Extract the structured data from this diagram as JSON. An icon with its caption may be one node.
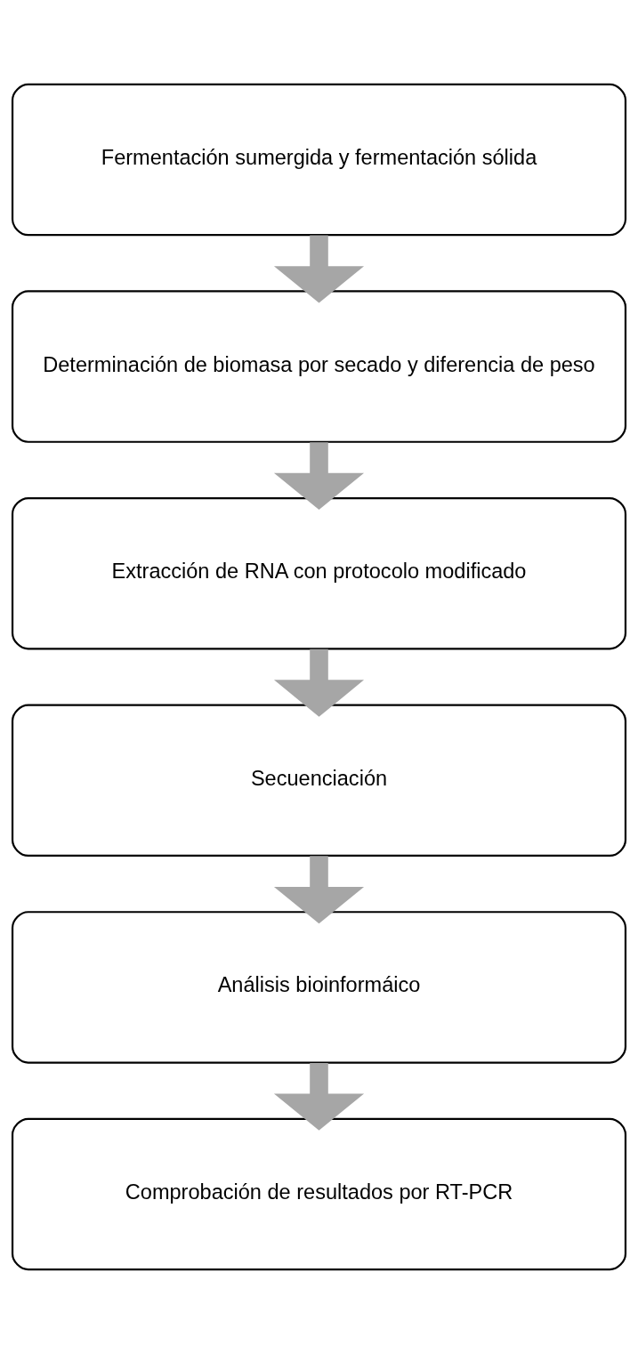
{
  "diagram": {
    "nodes": [
      {
        "text": [
          "Fermentación sumergida y fermentación sólida"
        ]
      },
      {
        "text": [
          "Determinación de biomasa por secado y diferencia de peso"
        ]
      },
      {
        "text": [
          "Extracción de RNA con protocolo modificado"
        ]
      },
      {
        "text": [
          "Secuenciación"
        ]
      },
      {
        "text": [
          "Análisis bioinformáico"
        ]
      },
      {
        "text": [
          "Comprobación de resultados por RT-PCR"
        ]
      }
    ],
    "edges": [
      {
        "from": 0,
        "to": 1,
        "arrow": "to"
      },
      {
        "from": 1,
        "to": 2,
        "arrow": "to"
      },
      {
        "from": 2,
        "to": 3,
        "arrow": "to"
      },
      {
        "from": 3,
        "to": 4,
        "arrow": "to"
      },
      {
        "from": 4,
        "to": 5,
        "arrow": "to"
      }
    ]
  }
}
